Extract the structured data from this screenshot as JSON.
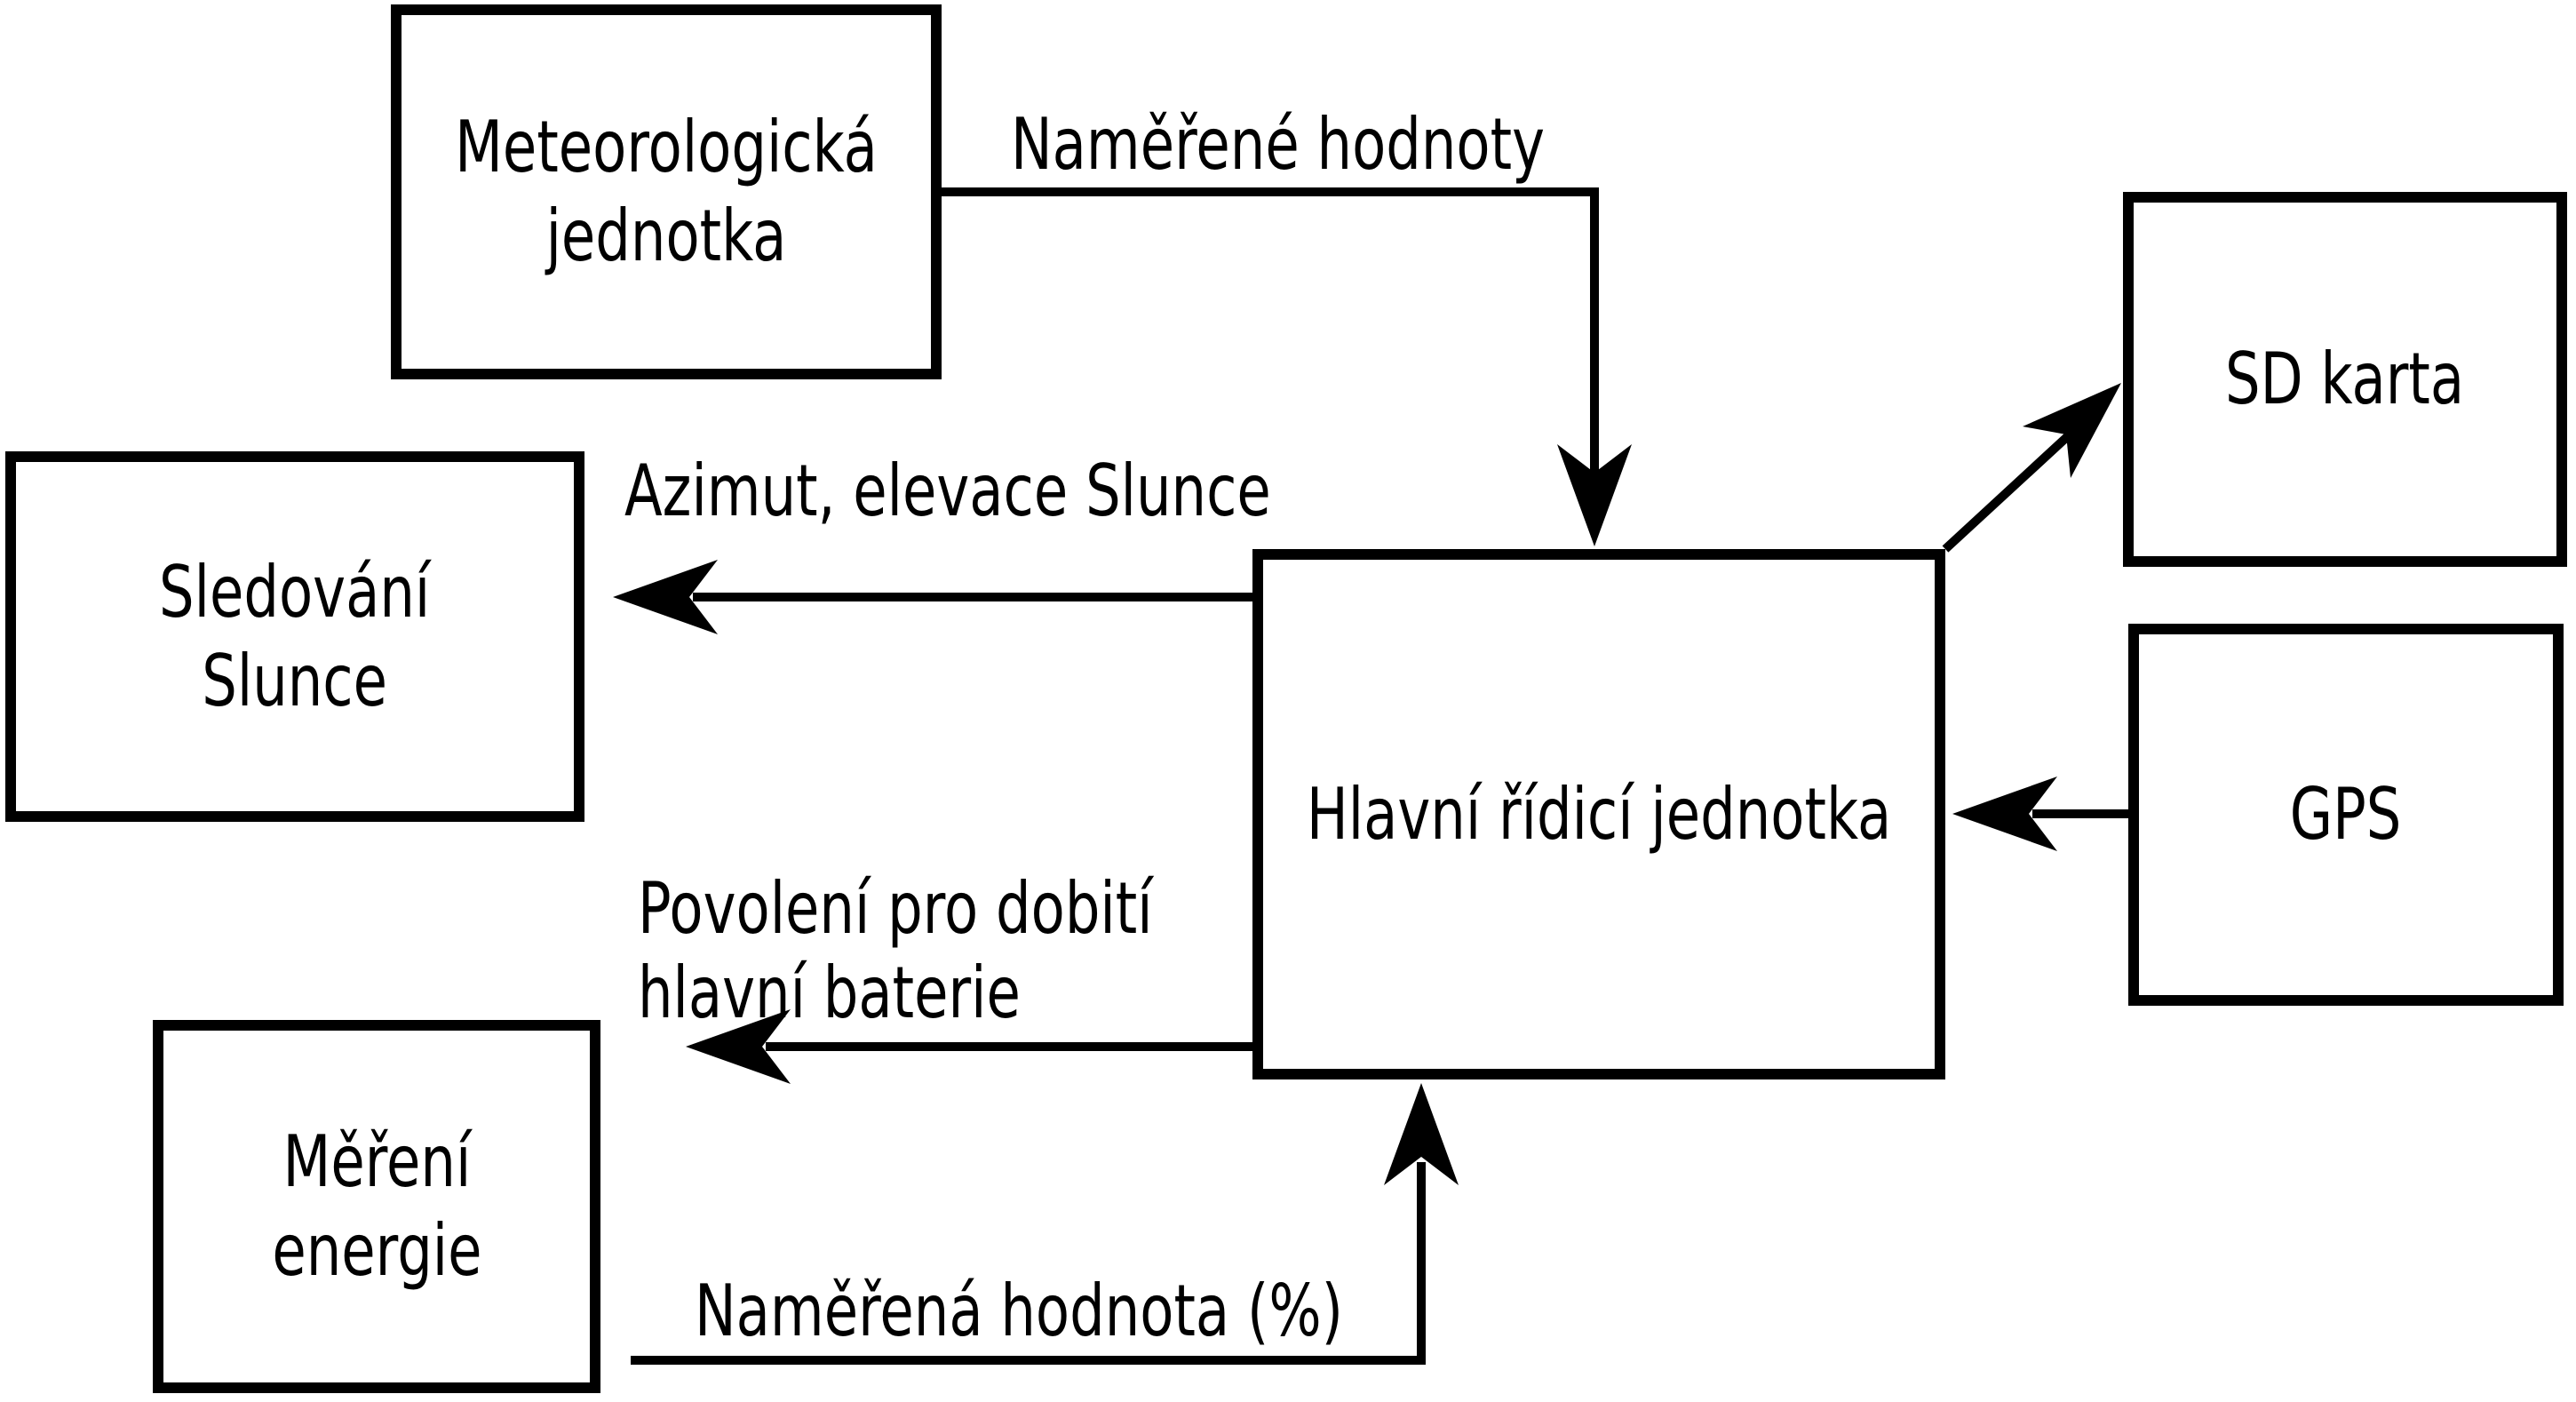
{
  "diagram": {
    "background_color": "#ffffff",
    "line_color": "#000000",
    "boxes": {
      "meteo": {
        "lines": [
          "Meteorologická",
          "jednotka"
        ]
      },
      "sledovani": {
        "lines": [
          "Sledování",
          "Slunce"
        ]
      },
      "hlavni": {
        "lines": [
          "Hlavní řídicí jednotka"
        ]
      },
      "sd": {
        "lines": [
          "SD karta"
        ]
      },
      "gps": {
        "lines": [
          "GPS"
        ]
      },
      "mereni": {
        "lines": [
          "Měření",
          "energie"
        ]
      }
    },
    "edges": {
      "namerene": {
        "label_lines": [
          "Naměřené hodnoty"
        ],
        "from": "Meteorologická jednotka",
        "to": "Hlavní řídicí jednotka",
        "direction": "down"
      },
      "azimut": {
        "label_lines": [
          "Azimut, elevace Slunce"
        ],
        "from": "Hlavní řídicí jednotka",
        "to": "Sledování Slunce",
        "direction": "left"
      },
      "sd_zapis": {
        "label_lines": [],
        "from": "Hlavní řídicí jednotka",
        "to": "SD karta",
        "direction": "up-right"
      },
      "gps_data": {
        "label_lines": [],
        "from": "GPS",
        "to": "Hlavní řídicí jednotka",
        "direction": "left"
      },
      "povoleni": {
        "label_lines": [
          "Povolení pro dobití",
          "hlavní baterie"
        ],
        "from": "Hlavní řídicí jednotka",
        "to": "Měření energie",
        "direction": "left"
      },
      "namerena": {
        "label_lines": [
          "Naměřená hodnota (%)"
        ],
        "from": "Měření energie",
        "to": "Hlavní řídicí jednotka",
        "direction": "up"
      }
    }
  }
}
